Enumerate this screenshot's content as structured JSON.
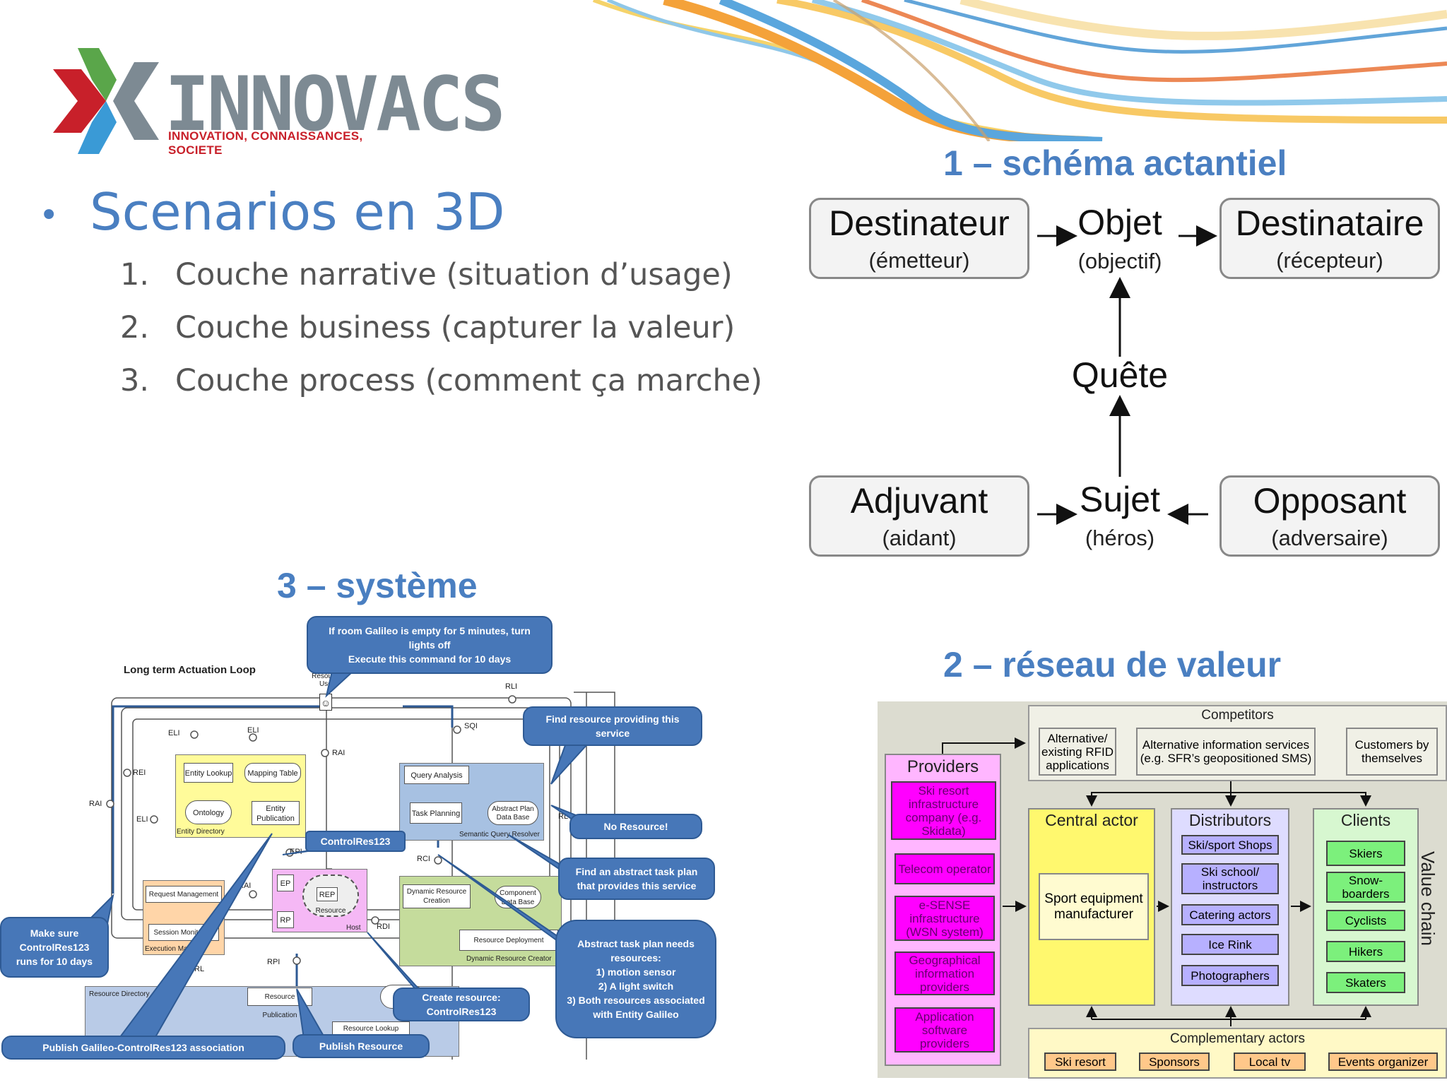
{
  "logo": {
    "brand": "INNOVACS",
    "tagline": "INNOVATION, CONNAISSANCES, SOCIETE"
  },
  "colors": {
    "accent": "#4a7fc1",
    "magenta": "#ff00ff",
    "purple": "#b7b0ff",
    "green": "#7cf07c",
    "yellow": "#fff86e",
    "callout": "#4777b8"
  },
  "left": {
    "bullet": "Scenarios en 3D",
    "items": [
      {
        "num": "1.",
        "text": "Couche narrative (situation d’usage)"
      },
      {
        "num": "2.",
        "text": "Couche business (capturer la valeur)"
      },
      {
        "num": "3.",
        "text": "Couche process (comment ça marche)"
      }
    ]
  },
  "actantiel": {
    "title": "1 – schéma actantiel",
    "destinateur": {
      "main": "Destinateur",
      "sub": "(émetteur)"
    },
    "objet": {
      "main": "Objet",
      "sub": "(objectif)"
    },
    "destinataire": {
      "main": "Destinataire",
      "sub": "(récepteur)"
    },
    "quete": "Quête",
    "adjuvant": {
      "main": "Adjuvant",
      "sub": "(aidant)"
    },
    "sujet": {
      "main": "Sujet",
      "sub": "(héros)"
    },
    "opposant": {
      "main": "Opposant",
      "sub": "(adversaire)"
    }
  },
  "reseau": {
    "title": "2 – réseau de valeur",
    "competitors": {
      "title": "Competitors",
      "items": [
        "Alternative/ existing RFID applications",
        "Alternative information services (e.g. SFR’s geopositioned SMS)",
        "Customers by themselves"
      ]
    },
    "providers": {
      "title": "Providers",
      "items": [
        "Ski resort infrastructure company (e.g. Skidata)",
        "Telecom operator",
        "e-SENSE infrastructure (WSN system)",
        "Geographical information providers",
        "Application software providers"
      ]
    },
    "central": {
      "title": "Central actor",
      "item": "Sport equipment manufacturer"
    },
    "distributors": {
      "title": "Distributors",
      "items": [
        "Ski/sport Shops",
        "Ski school/ instructors",
        "Catering actors",
        "Ice Rink",
        "Photographers"
      ]
    },
    "clients": {
      "title": "Clients",
      "items": [
        "Skiers",
        "Snow-boarders",
        "Cyclists",
        "Hikers",
        "Skaters"
      ]
    },
    "value_chain": "Value chain",
    "complementary": {
      "title": "Complementary actors",
      "items": [
        "Ski resort",
        "Sponsors",
        "Local tv",
        "Events organizer"
      ]
    }
  },
  "systeme": {
    "title": "3 – système",
    "loop_label": "Long term Actuation Loop",
    "resource_user": "Resource User",
    "labels": {
      "rli": "RLI",
      "sqi": "SQI",
      "eli": "ELI",
      "rai": "RAI",
      "rei": "REI",
      "epi": "EPI",
      "rci": "RCI",
      "rdi": "RDI",
      "rpi": "RPI",
      "ep": "EP",
      "rp": "RP",
      "rl": "RL"
    },
    "entity_lookup": "Entity Lookup",
    "mapping_table": "Mapping Table",
    "ontology": "Ontology",
    "entity_publication": "Entity Publication",
    "entity_directory": "Entity Directory",
    "query_analysis": "Query Analysis",
    "task_planning": "Task Planning",
    "abstract_plan_db": "Abstract Plan Data Base",
    "semantic_query": "Semantic Query Resolver",
    "request_management": "Request Management",
    "session_monitoring": "Session Monitoring",
    "execution_manager": "Execution Manager",
    "rep": "REP",
    "resource": "Resource",
    "host": "Host",
    "dynamic_resource_creation": "Dynamic Resource Creation",
    "component_db": "Component Data Base",
    "resource_deploy": "Resource Deployment",
    "dynamic_resource_creator": "Dynamic Resource Creator",
    "resource_directory": "Resource Directory",
    "resource_publication": "Resource Publication",
    "resource_lookup": "Resource Lookup",
    "callouts": {
      "galileo": "If room Galileo is empty for 5 minutes, turn lights off\nExecute this command for 10 days",
      "find_resource": "Find resource providing this service",
      "no_resource": "No Resource!",
      "controlres": "ControlRes123",
      "abstract_plan": "Find an abstract task plan that provides this service",
      "needs": "Abstract task plan needs resources:\n1) motion sensor\n2) A light switch\n3) Both resources associated with Entity Galileo",
      "make_sure": "Make sure ControlRes123 runs for 10 days",
      "create": "Create resource: ControlRes123",
      "publish_assoc": "Publish Galileo-ControlRes123 association",
      "publish_res": "Publish Resource"
    }
  }
}
